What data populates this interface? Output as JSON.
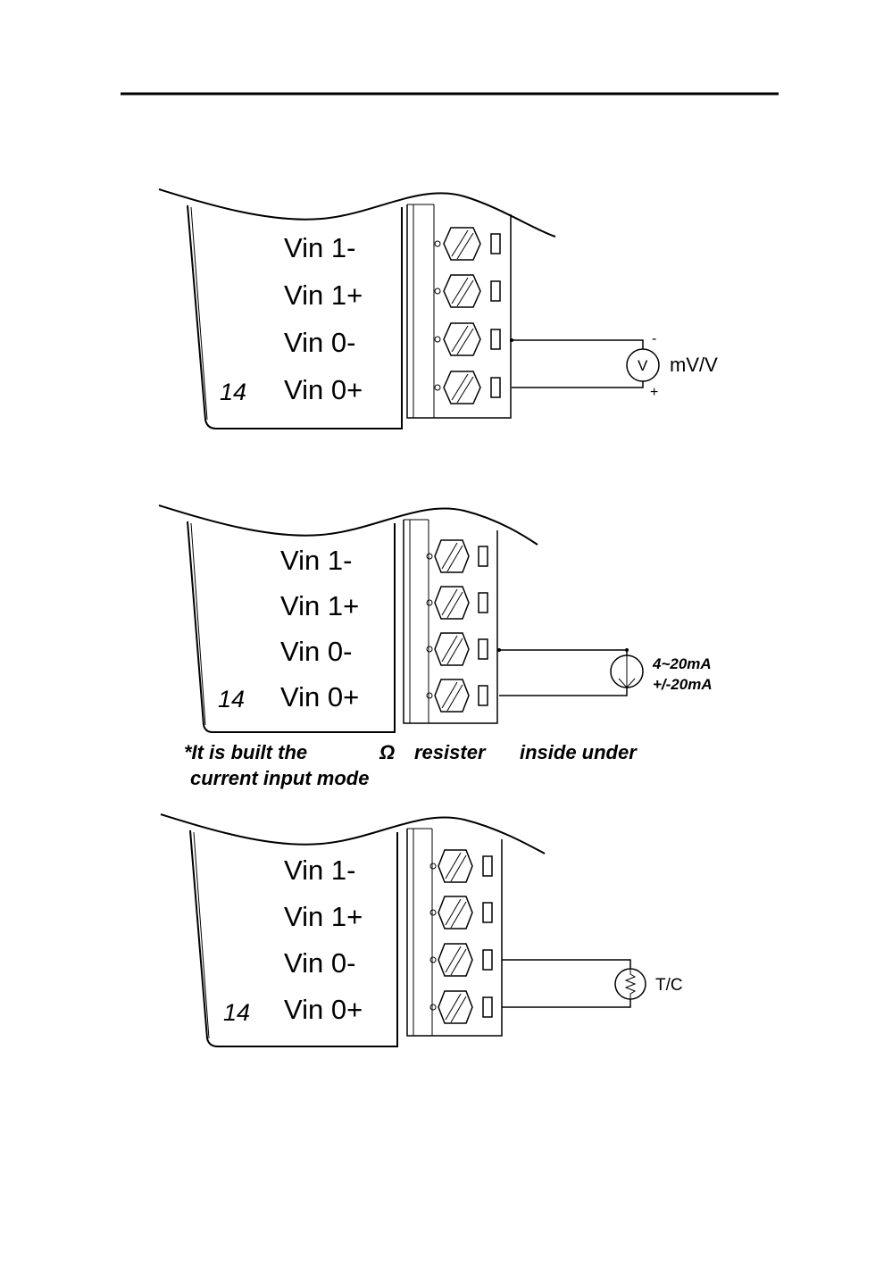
{
  "diagrams": [
    {
      "id": "voltage",
      "pin_labels": [
        "Vin 1-",
        "Vin 1+",
        "Vin 0-",
        "Vin 0+"
      ],
      "number": "14",
      "source": {
        "type": "voltage",
        "symbol": "V",
        "label": "mV/V",
        "minus": "-",
        "plus": "+"
      }
    },
    {
      "id": "current",
      "pin_labels": [
        "Vin 1-",
        "Vin 1+",
        "Vin 0-",
        "Vin 0+"
      ],
      "number": "14",
      "source": {
        "type": "current",
        "label_line1": "4~20mA",
        "label_line2": "+/-20mA"
      },
      "note": {
        "segment1": "*It is built  the",
        "segment2": "Ω",
        "segment3": "resister",
        "segment4": "inside under",
        "line2": "current input mode"
      }
    },
    {
      "id": "thermocouple",
      "pin_labels": [
        "Vin 1-",
        "Vin 1+",
        "Vin 0-",
        "Vin 0+"
      ],
      "number": "14",
      "source": {
        "type": "thermocouple",
        "label": "T/C"
      }
    }
  ]
}
